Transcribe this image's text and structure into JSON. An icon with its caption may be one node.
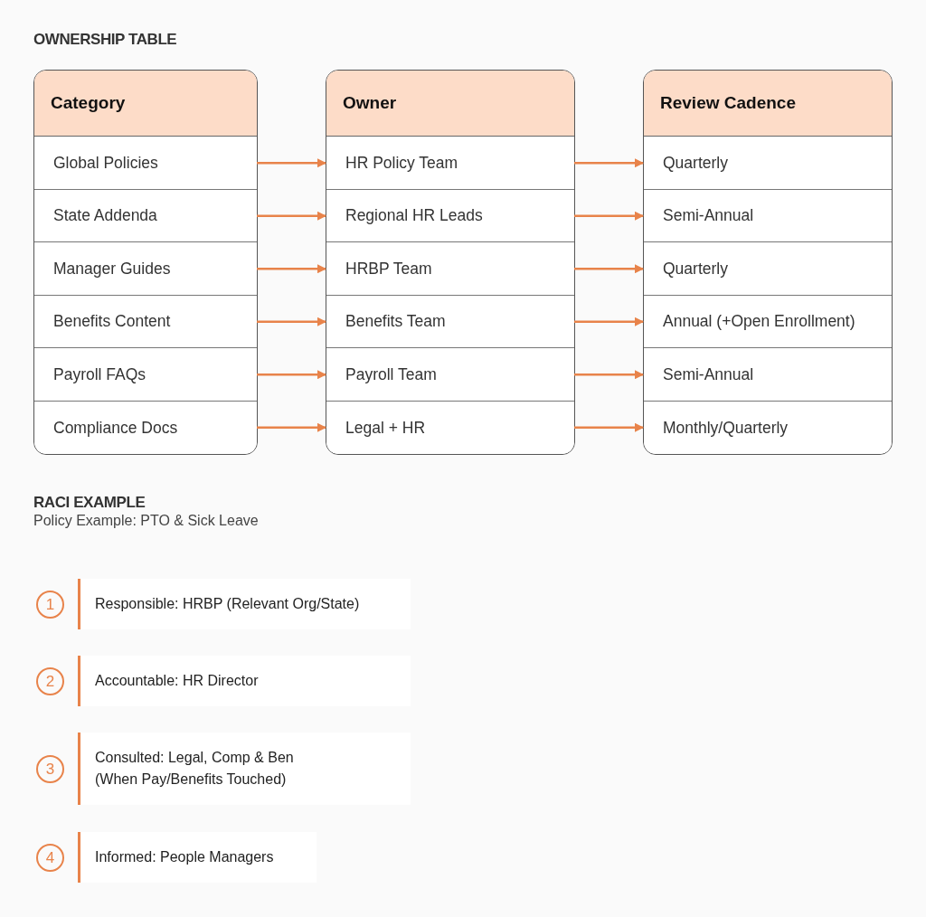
{
  "diagram": {
    "nodes": [
      {
        "text": [
          "Category"
        ]
      },
      {
        "text": [
          "Global Policies"
        ],
        "in": 0
      },
      {
        "text": [
          "State Addenda"
        ],
        "in": 0
      },
      {
        "text": [
          "Manager Guides"
        ],
        "in": 0
      },
      {
        "text": [
          "Benefits Content"
        ],
        "in": 0
      },
      {
        "text": [
          "Payroll FAQs"
        ],
        "in": 0
      },
      {
        "text": [
          "Compliance Docs"
        ],
        "in": 0
      },
      {
        "text": [
          "Owner"
        ]
      },
      {
        "text": [
          "HR Policy Team"
        ],
        "in": 7
      },
      {
        "text": [
          "Regional HR Leads"
        ],
        "in": 7
      },
      {
        "text": [
          "HRBP Team"
        ],
        "in": 7
      },
      {
        "text": [
          "Benefits Team"
        ],
        "in": 7
      },
      {
        "text": [
          "Payroll Team"
        ],
        "in": 7
      },
      {
        "text": [
          "Legal + HR"
        ],
        "in": 7
      },
      {
        "text": [
          "Review Cadence"
        ]
      },
      {
        "text": [
          "Quarterly"
        ],
        "in": 14
      },
      {
        "text": [
          "Semi-Annual"
        ],
        "in": 14
      },
      {
        "text": [
          "Quarterly"
        ],
        "in": 14
      },
      {
        "text": [
          "Annual (+Open Enrollment)"
        ],
        "in": 14
      },
      {
        "text": [
          "Semi-Annual"
        ],
        "in": 14
      },
      {
        "text": [
          "Monthly/Quarterly"
        ],
        "in": 14
      },
      {
        "text": [
          "Responsible: HRBP (Relevant Org/State)"
        ],
        "beside": [
          "1"
        ]
      },
      {
        "text": [
          "Accountable: HR Director"
        ],
        "beside": [
          "2"
        ]
      },
      {
        "text": [
          "Consulted: Legal, Comp & Ben (When Pay/Benefits Touched)"
        ],
        "beside": [
          "3"
        ]
      },
      {
        "text": [
          "Informed: People Managers"
        ],
        "beside": [
          "4"
        ]
      }
    ],
    "edges": [
      {
        "from": 1,
        "to": 8,
        "arrow": "to"
      },
      {
        "from": 2,
        "to": 9,
        "arrow": "to"
      },
      {
        "from": 3,
        "to": 10,
        "arrow": "to"
      },
      {
        "from": 4,
        "to": 11,
        "arrow": "to"
      },
      {
        "from": 5,
        "to": 12,
        "arrow": "to"
      },
      {
        "from": 6,
        "to": 13,
        "arrow": "to"
      },
      {
        "from": 8,
        "to": 15,
        "arrow": "to"
      },
      {
        "from": 9,
        "to": 16,
        "arrow": "to"
      },
      {
        "from": 10,
        "to": 17,
        "arrow": "to"
      },
      {
        "from": 11,
        "to": 18,
        "arrow": "to"
      },
      {
        "from": 12,
        "to": 19,
        "arrow": "to"
      },
      {
        "from": 13,
        "to": 20,
        "arrow": "to"
      }
    ],
    "labels": [
      "OWNERSHIP TABLE",
      "RACI EXAMPLE",
      "Policy Example: PTO & Sick Leave"
    ]
  }
}
